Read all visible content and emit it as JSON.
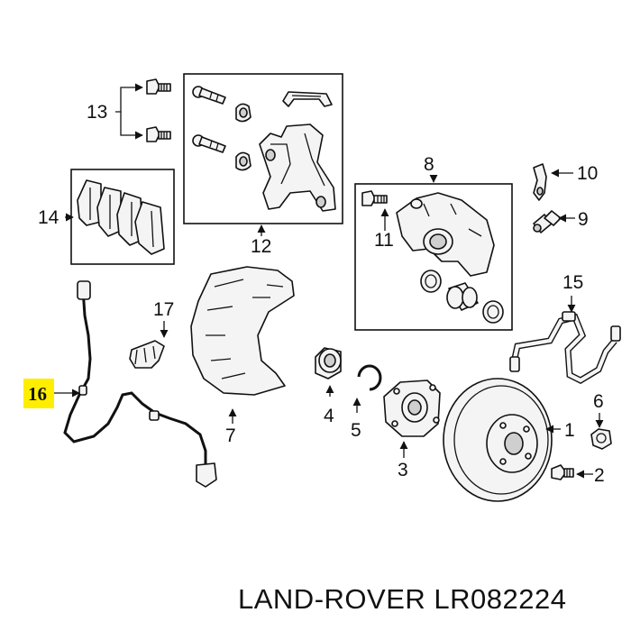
{
  "callouts": {
    "c1": "1",
    "c2": "2",
    "c3": "3",
    "c4": "4",
    "c5": "5",
    "c6": "6",
    "c7": "7",
    "c8": "8",
    "c9": "9",
    "c10": "10",
    "c11": "11",
    "c12": "12",
    "c13": "13",
    "c14": "14",
    "c15": "15",
    "c16": "16",
    "c17": "17"
  },
  "highlight": {
    "callout": "16",
    "color": "#ffee00"
  },
  "footer": {
    "text": "LAND-ROVER LR082224"
  },
  "colors": {
    "line": "#111111",
    "fill": "#f4f4f4",
    "background": "#ffffff"
  }
}
